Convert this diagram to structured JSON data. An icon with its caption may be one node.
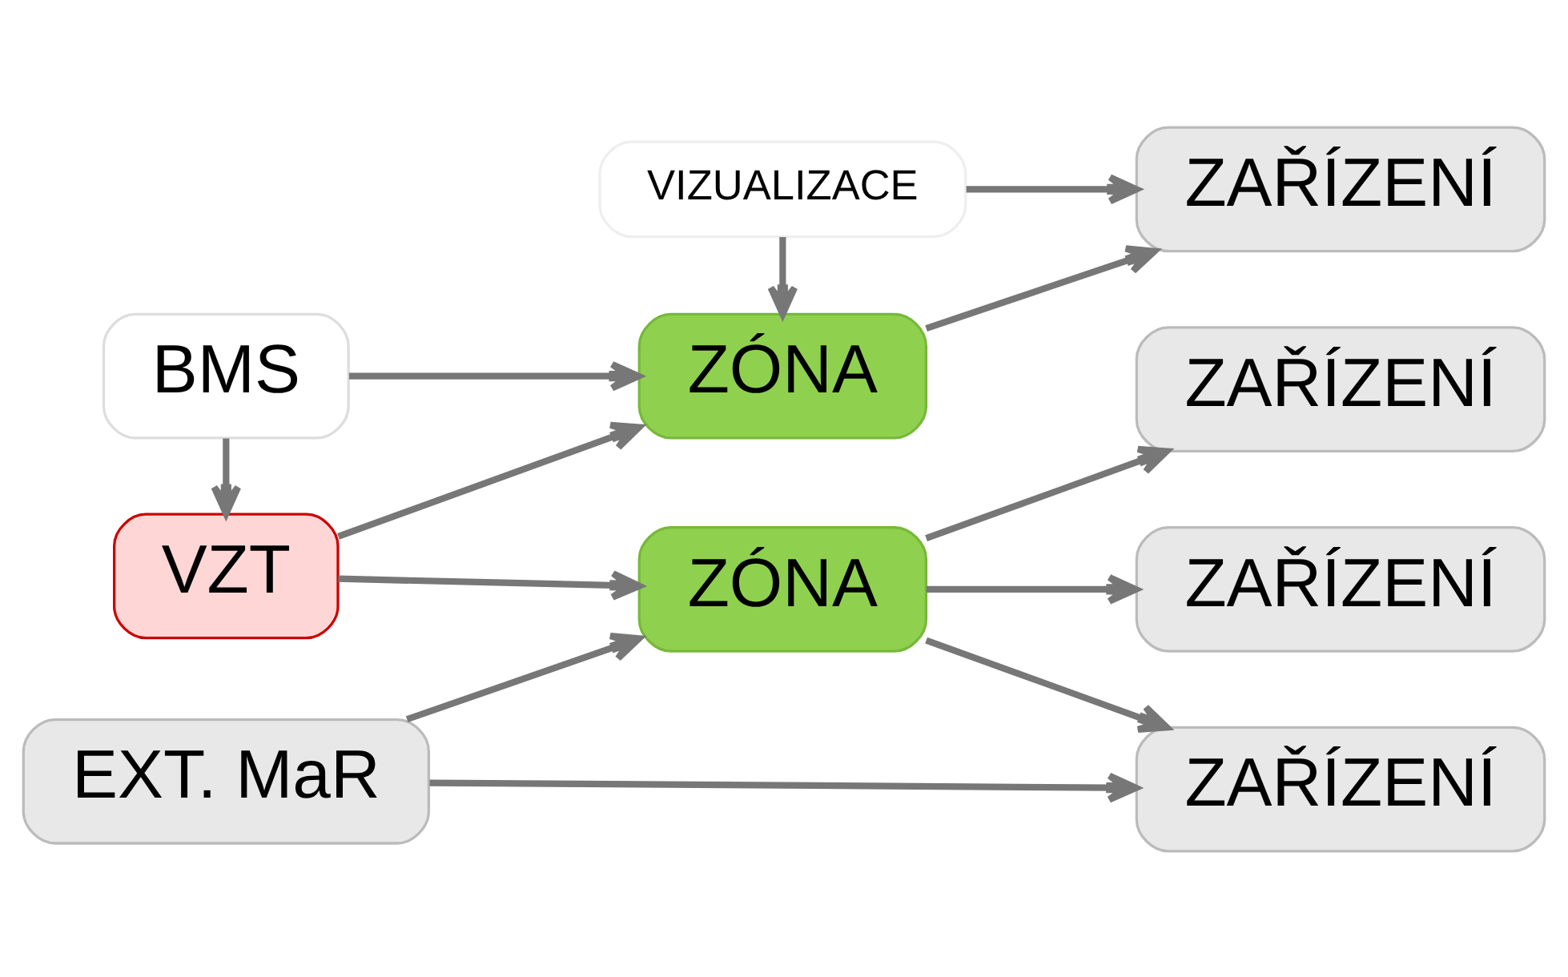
{
  "diagram": {
    "nodes": [
      {
        "text": [
          "BMS"
        ]
      },
      {
        "text": [
          "VIZUALIZACE"
        ]
      },
      {
        "text": [
          "VZT"
        ]
      },
      {
        "text": [
          "ZÓNA"
        ]
      },
      {
        "text": [
          "ZAŘÍZENÍ"
        ]
      },
      {
        "text": [
          "ZÓNA"
        ]
      },
      {
        "text": [
          "ZAŘÍZENÍ"
        ]
      },
      {
        "text": [
          "ZAŘÍZENÍ"
        ]
      },
      {
        "text": [
          "EXT. MaR"
        ]
      },
      {
        "text": [
          "ZAŘÍZENÍ"
        ]
      }
    ],
    "edges": [
      {
        "from": 0,
        "to": 2,
        "arrow": "to"
      },
      {
        "from": 0,
        "to": 3,
        "arrow": "to"
      },
      {
        "from": 1,
        "to": 3,
        "arrow": "to"
      },
      {
        "from": 1,
        "to": 4,
        "arrow": "to"
      },
      {
        "from": 2,
        "to": 3,
        "arrow": "to"
      },
      {
        "from": 2,
        "to": 5,
        "arrow": "to"
      },
      {
        "from": 3,
        "to": 4,
        "arrow": "to"
      },
      {
        "from": 5,
        "to": 6,
        "arrow": "to"
      },
      {
        "from": 5,
        "to": 7,
        "arrow": "to"
      },
      {
        "from": 5,
        "to": 9,
        "arrow": "to"
      },
      {
        "from": 8,
        "to": 5,
        "arrow": "to"
      },
      {
        "from": 8,
        "to": 9,
        "arrow": "to"
      }
    ]
  }
}
